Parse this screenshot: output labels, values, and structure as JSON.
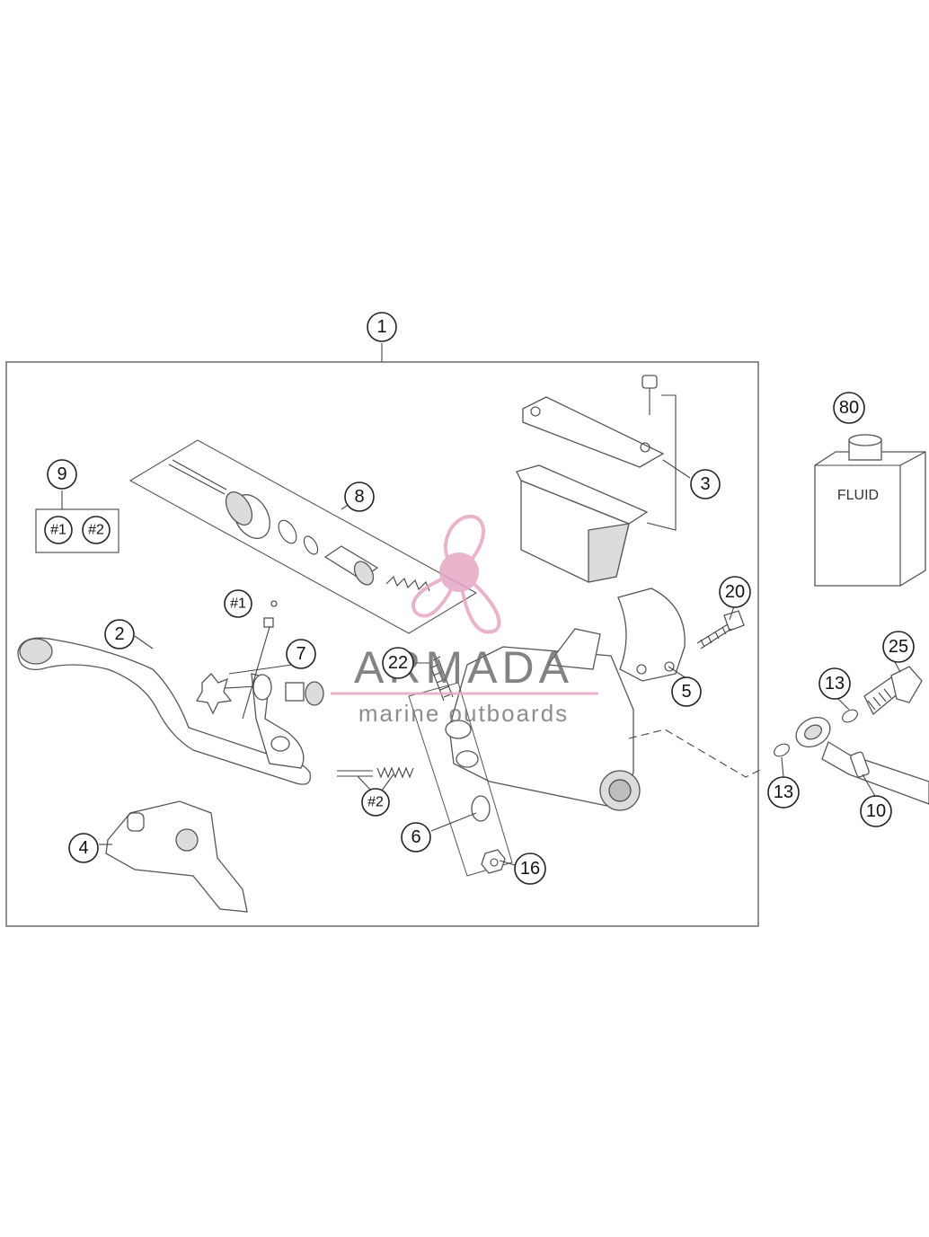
{
  "callouts": {
    "c1": "1",
    "c2": "2",
    "c3": "3",
    "c4": "4",
    "c5": "5",
    "c6": "6",
    "c7": "7",
    "c8": "8",
    "c9": "9",
    "c10": "10",
    "c13a": "13",
    "c13b": "13",
    "c16": "16",
    "c20": "20",
    "c22": "22",
    "c25": "25",
    "c80": "80",
    "k9_1": "#1",
    "k9_2": "#2",
    "h1": "#1",
    "h2": "#2"
  },
  "fluid_label": "FLUID",
  "watermark": {
    "title": "ARMADA",
    "subtitle": "marine outboards",
    "accent_color": "#e6a6c4",
    "logo_icon": "propeller-logo-icon"
  },
  "colors": {
    "line": "#444444",
    "background": "#ffffff"
  }
}
